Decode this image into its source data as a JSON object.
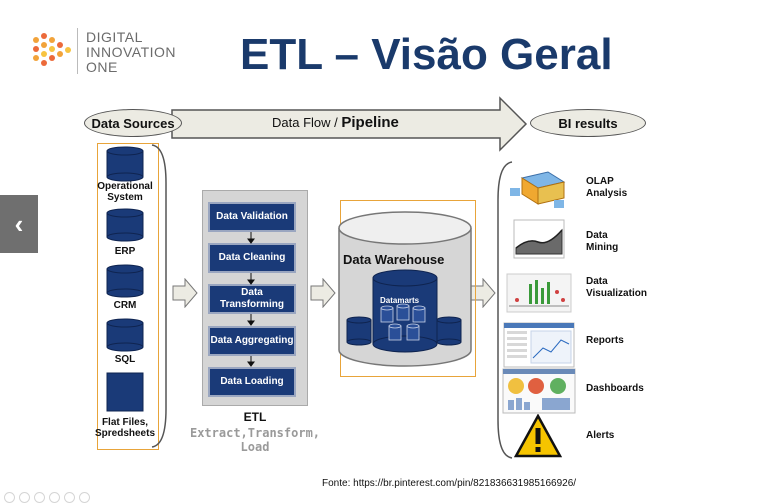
{
  "logo": {
    "line1": "DIGITAL",
    "line2": "INNOVATION",
    "line3": "ONE"
  },
  "title": "ETL – Visão Geral",
  "flow": {
    "left": "Data Sources",
    "middle_prefix": "Data Flow / ",
    "middle_strong": "Pipeline",
    "right": "BI results"
  },
  "sources": [
    "Operational System",
    "ERP",
    "CRM",
    "SQL",
    "Flat Files, Spredsheets"
  ],
  "etl": {
    "steps": [
      "Data Validation",
      "Data Cleaning",
      "Data Transforming",
      "Data Aggregating",
      "Data Loading"
    ],
    "label": "ETL",
    "sub1": "Extract,Transform,",
    "sub2": "Load"
  },
  "warehouse": {
    "title": "Data Warehouse",
    "inner": "Datamarts"
  },
  "bi": [
    "OLAP Analysis",
    "Data Mining",
    "Data Visualization",
    "Reports",
    "Dashboards",
    "Alerts"
  ],
  "source_note": "Fonte: https://br.pinterest.com/pin/821836631985166926/",
  "colors": {
    "title": "#1a3a6b",
    "step": "#1a3a78",
    "cylinder": "#1a3a78",
    "highlight_box": "#e8a43a"
  }
}
